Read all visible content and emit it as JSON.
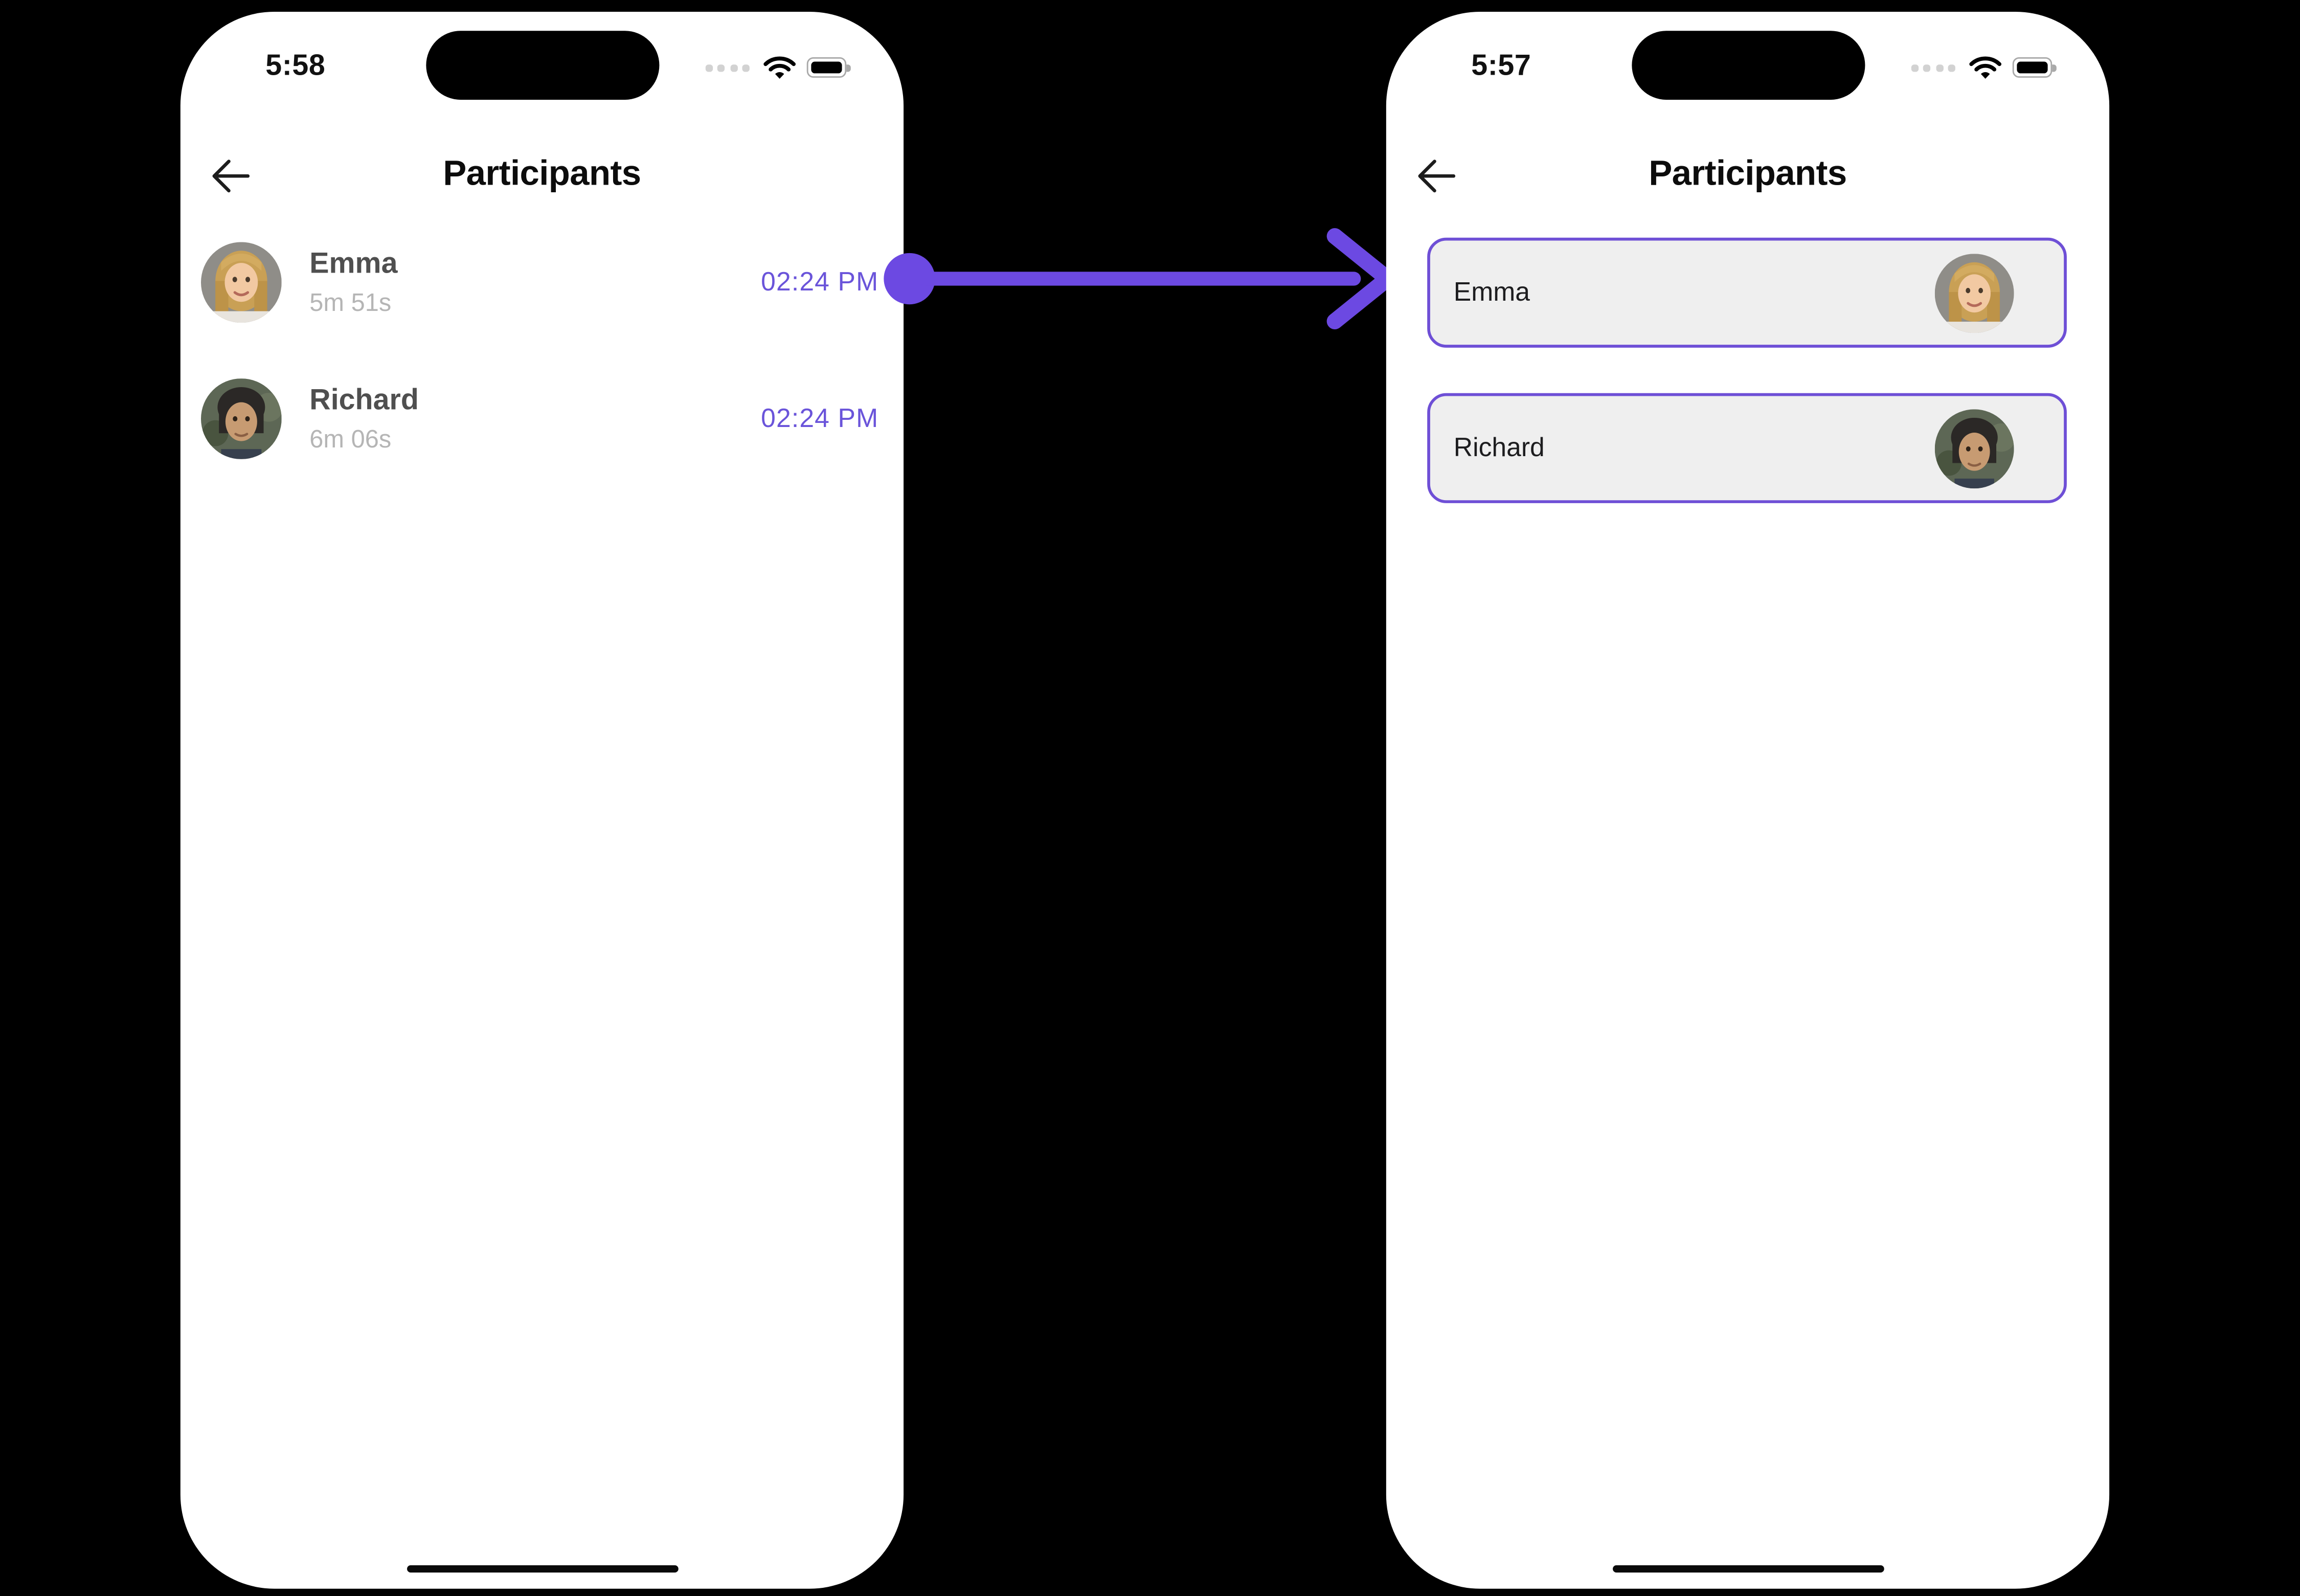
{
  "colors": {
    "background": "#000000",
    "phone_body": "#ffffff",
    "arrow_purple": "#6c49e2",
    "time_purple": "#6a54da",
    "card_border_purple": "#6e4fd6",
    "card_background": "#efefef",
    "name_gray": "#4f4f4f",
    "duration_gray": "#b5b5b5",
    "title_black": "#0c0c0c"
  },
  "left_phone": {
    "status_time": "5:58",
    "title": "Participants",
    "participants": [
      {
        "name": "Emma",
        "duration": "5m 51s",
        "joined_time": "02:24 PM",
        "avatar": "emma-avatar"
      },
      {
        "name": "Richard",
        "duration": "6m 06s",
        "joined_time": "02:24 PM",
        "avatar": "richard-avatar"
      }
    ]
  },
  "right_phone": {
    "status_time": "5:57",
    "title": "Participants",
    "participants": [
      {
        "name": "Emma",
        "avatar": "emma-avatar"
      },
      {
        "name": "Richard",
        "avatar": "richard-avatar"
      }
    ]
  }
}
